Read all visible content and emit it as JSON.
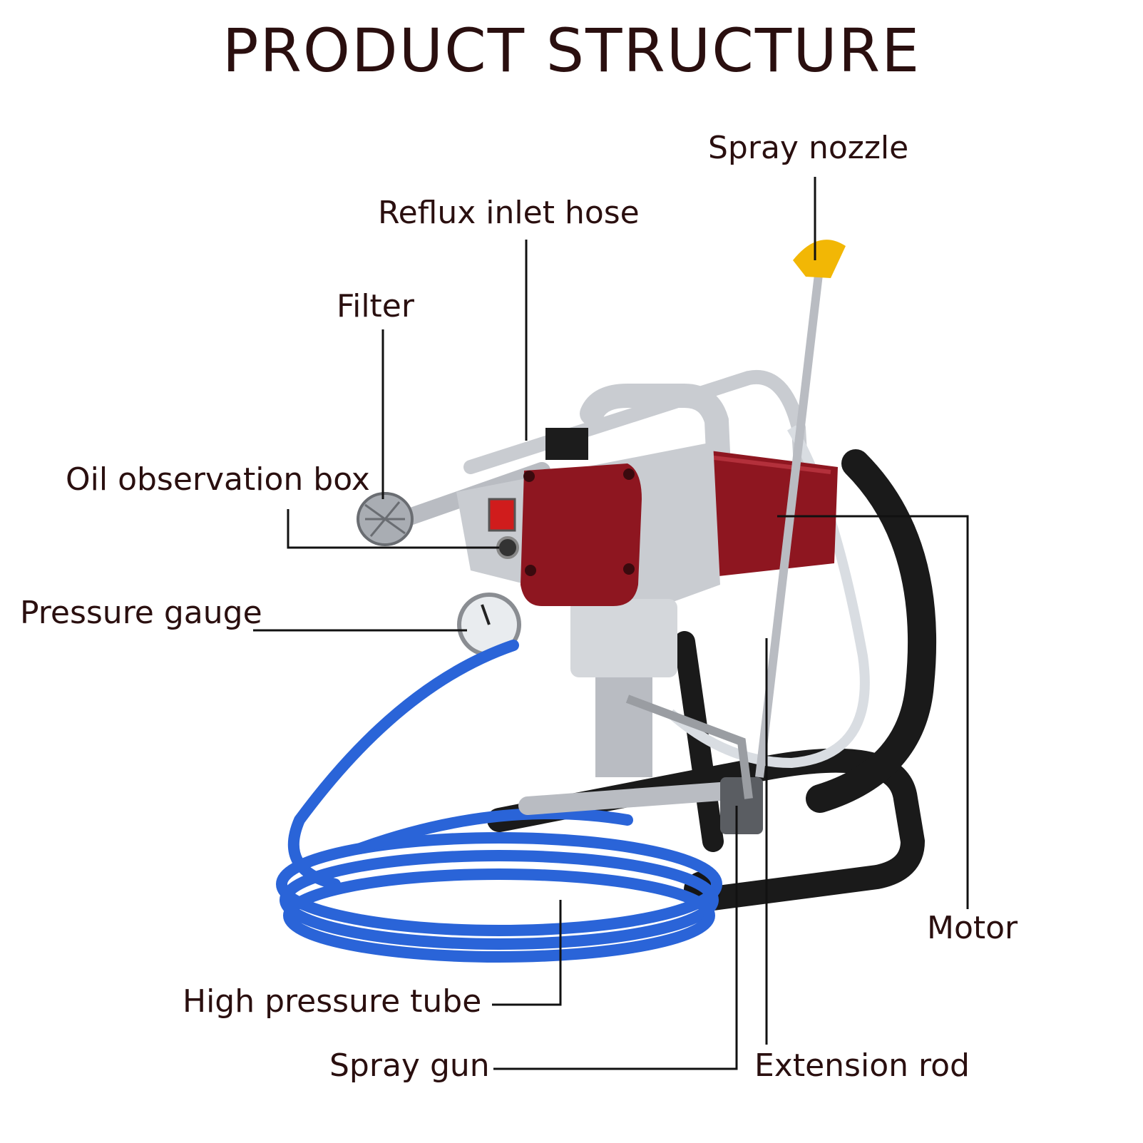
{
  "title": "PRODUCT STRUCTURE",
  "labels": {
    "spray_nozzle": "Spray nozzle",
    "reflux_inlet_hose": "Reflux inlet hose",
    "filter": "Filter",
    "oil_observation_box": "Oil observation box",
    "pressure_gauge": "Pressure gauge",
    "motor": "Motor",
    "high_pressure_tube": "High pressure tube",
    "spray_gun": "Spray gun",
    "extension_rod": "Extension rod"
  },
  "colors": {
    "text": "#2a0f0f",
    "leader": "#111111",
    "motor_red": "#8e1620",
    "metal": "#c9ccd1",
    "hose_blue": "#2a64d8",
    "frame_black": "#1a1a1a",
    "nozzle_yellow": "#f2b705"
  }
}
